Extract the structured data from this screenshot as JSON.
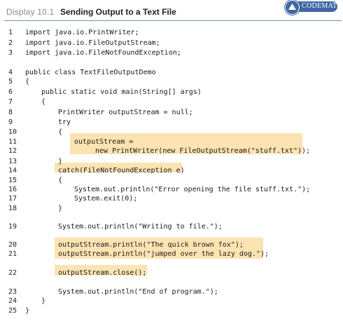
{
  "header": {
    "display_label": "Display 10.1",
    "title": "Sending Output to a Text File",
    "badge": "CODEMATE"
  },
  "code_lines": [
    {
      "n": "1",
      "indent": 0,
      "text": "import java.io.PrintWriter;"
    },
    {
      "n": "2",
      "indent": 0,
      "text": "import java.io.FileOutputStream;"
    },
    {
      "n": "3",
      "indent": 0,
      "text": "import java.io.FileNotFoundException;"
    },
    {
      "n": "4",
      "indent": 0,
      "text": "public class TextFileOutputDemo"
    },
    {
      "n": "5",
      "indent": 0,
      "text": "{"
    },
    {
      "n": "6",
      "indent": 1,
      "text": "public static void main(String[] args)"
    },
    {
      "n": "7",
      "indent": 1,
      "text": "{"
    },
    {
      "n": "8",
      "indent": 2,
      "text": "PrintWriter outputStream = null;"
    },
    {
      "n": "9",
      "indent": 2,
      "text": "try"
    },
    {
      "n": "10",
      "indent": 2,
      "text": "{"
    },
    {
      "n": "11",
      "indent": 3,
      "text": "outputStream ="
    },
    {
      "n": "12",
      "indent": 5,
      "text": "new PrintWriter(new FileOutputStream(\"stuff.txt\"));"
    },
    {
      "n": "13",
      "indent": 2,
      "text": "}"
    },
    {
      "n": "14",
      "indent": 2,
      "text": "catch(FileNotFoundException e)"
    },
    {
      "n": "15",
      "indent": 2,
      "text": "{"
    },
    {
      "n": "16",
      "indent": 3,
      "text": "System.out.println(\"Error opening the file stuff.txt.\");"
    },
    {
      "n": "17",
      "indent": 3,
      "text": "System.exit(0);"
    },
    {
      "n": "18",
      "indent": 2,
      "text": "}"
    },
    {
      "n": "19",
      "indent": 2,
      "text": "System.out.println(\"Writing to file.\");"
    },
    {
      "n": "20",
      "indent": 2,
      "text": "outputStream.println(\"The quick brown fox\");"
    },
    {
      "n": "21",
      "indent": 2,
      "text": "outputStream.println(\"jumped over the lazy dog.\");"
    },
    {
      "n": "22",
      "indent": 2,
      "text": "outputStream.close();"
    },
    {
      "n": "23",
      "indent": 2,
      "text": "System.out.println(\"End of program.\");"
    },
    {
      "n": "24",
      "indent": 1,
      "text": "}"
    },
    {
      "n": "25",
      "indent": 0,
      "text": "}"
    }
  ],
  "colors": {
    "highlight": "#fbe3b2",
    "rule": "#6b97b3",
    "badge": "#3f67a3",
    "display_label": "#7f8c95"
  }
}
